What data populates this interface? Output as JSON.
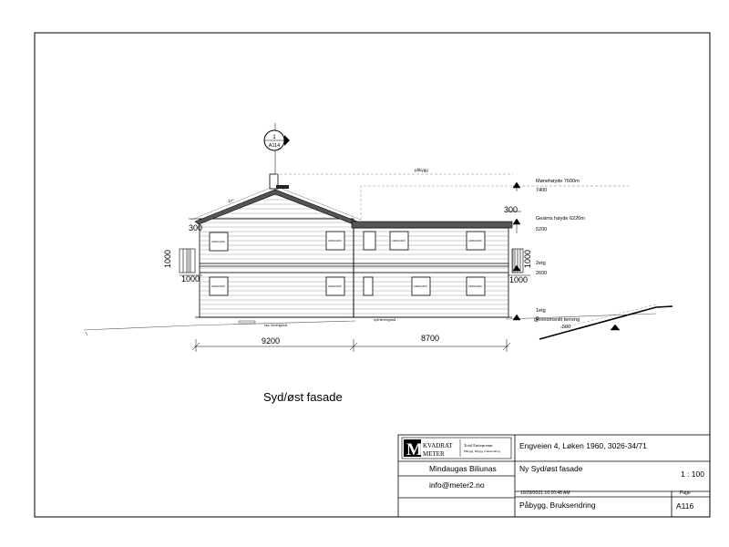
{
  "drawing": {
    "title": "Syd/øst fasade",
    "section_marker": {
      "number": "1",
      "sheet_ref": "A114"
    },
    "ridge_label": "påbygg",
    "roof_pitch_label": "17°",
    "dimensions": {
      "eave_left": "300",
      "eave_right": "300",
      "floor_left": "1000",
      "floor_left_lower": "1000",
      "floor_right": "1000",
      "floor_right_lower": "1000",
      "span_left": "9200",
      "span_right": "8700"
    },
    "levels": [
      {
        "name": "Mønehøyde 7600m",
        "value": "7400"
      },
      {
        "name": "Gesims høyde 6226m",
        "value": "5200"
      },
      {
        "name": "2etg",
        "value": "2600"
      },
      {
        "name": "1etg",
        "value": "0"
      },
      {
        "name": "gjennomsnitt terreng",
        "value": "-500"
      }
    ],
    "ground_labels": {
      "left": "eks. terrengnivå",
      "right": "nytt terrengnivå"
    },
    "window_tag": "1260x1100"
  },
  "title_block": {
    "logo_letter": "M",
    "logo_line1": "KVADRAT",
    "logo_line2": "METER",
    "company_line1": "Total Entreprenør",
    "company_line2": "Påbygg, tilbygg, bruksendring",
    "project": "Engveien 4, Løken 1960, 3026-34/71",
    "person": "Mindaugas Biliunas",
    "email": "info@meter2.no",
    "sheet_title": "Ny Syd/øst fasade",
    "scale": "1 : 100",
    "timestamp": "10/29/2021 10:20:46 AM",
    "page_label": "Page",
    "project_type": "Påbygg, Bruksendring",
    "sheet_number": "A116"
  }
}
